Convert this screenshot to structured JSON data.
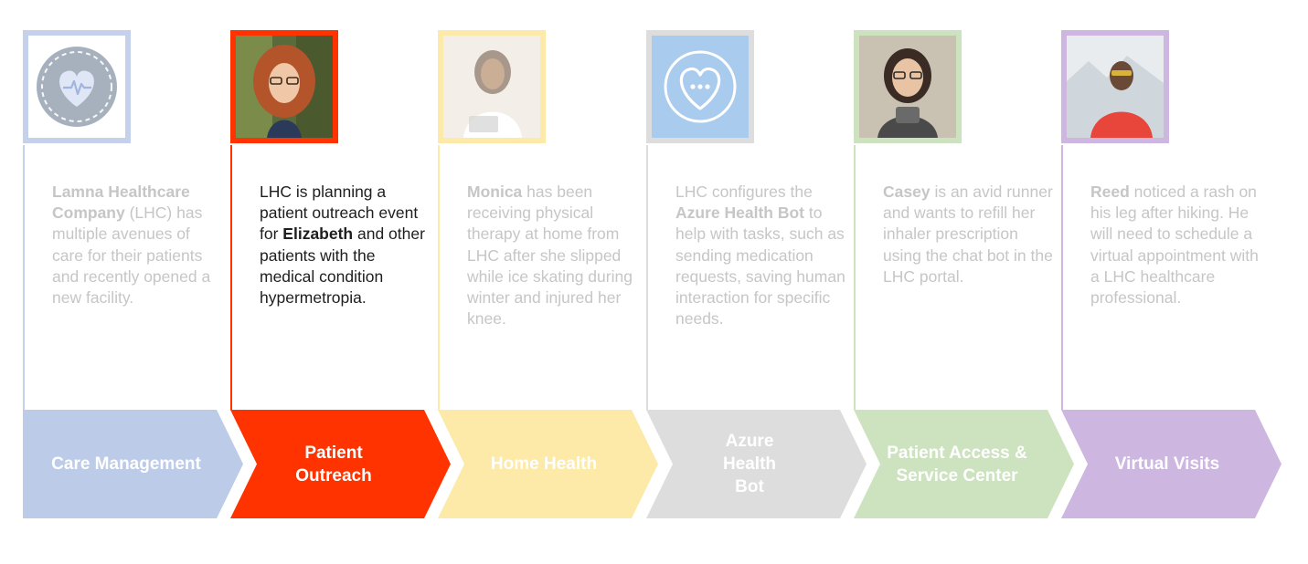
{
  "steps": [
    {
      "label": "Care Management",
      "frame_color": "#c5d1ea",
      "arrow_color": "#bccbe7",
      "line_color": "#c5d1ea",
      "icon": "heart-pulse-icon",
      "text": [
        {
          "t": "Lamna Healthcare Company",
          "b": true
        },
        {
          "t": " (LHC) has multiple avenues of care for their patients and recently opened a new facility.",
          "b": false
        }
      ]
    },
    {
      "label": "Patient Outreach",
      "frame_color": "#ff3300",
      "arrow_color": "#ff3300",
      "line_color": "#ff3300",
      "icon": "elizabeth-photo",
      "text": [
        {
          "t": "LHC is planning a patient outreach event for ",
          "b": false
        },
        {
          "t": "Elizabeth",
          "b": true
        },
        {
          "t": " and other patients with the medical condition hypermetropia.",
          "b": false
        }
      ]
    },
    {
      "label": "Home Health",
      "frame_color": "#fde9a8",
      "arrow_color": "#fde9a8",
      "line_color": "#fde9a8",
      "icon": "monica-photo",
      "text": [
        {
          "t": "Monica",
          "b": true
        },
        {
          "t": " has been receiving physical therapy at home from LHC after she slipped while ice skating during winter and injured her knee.",
          "b": false
        }
      ]
    },
    {
      "label": "Azure Health Bot",
      "frame_color": "#dddddd",
      "arrow_color": "#dddddd",
      "line_color": "#dddddd",
      "icon": "heart-chat-icon",
      "text": [
        {
          "t": "LHC configures the ",
          "b": false
        },
        {
          "t": "Azure Health Bot",
          "b": true
        },
        {
          "t": " to help with tasks, such as sending medication requests, saving human interaction for specific needs.",
          "b": false
        }
      ]
    },
    {
      "label": "Patient Access & Service Center",
      "frame_color": "#cde3bf",
      "arrow_color": "#cde3bf",
      "line_color": "#cde3bf",
      "icon": "casey-photo",
      "text": [
        {
          "t": "Casey",
          "b": true
        },
        {
          "t": " is an avid runner and wants to refill her inhaler prescription using the chat bot in the LHC portal.",
          "b": false
        }
      ]
    },
    {
      "label": "Virtual Visits",
      "frame_color": "#cdb7e0",
      "arrow_color": "#cdb7e0",
      "line_color": "#cdb7e0",
      "icon": "reed-photo",
      "text": [
        {
          "t": "Reed",
          "b": true
        },
        {
          "t": " noticed a rash on his leg after hiking. He will need to schedule a virtual appointment with a LHC healthcare professional.",
          "b": false
        }
      ]
    }
  ],
  "active_step": 1
}
